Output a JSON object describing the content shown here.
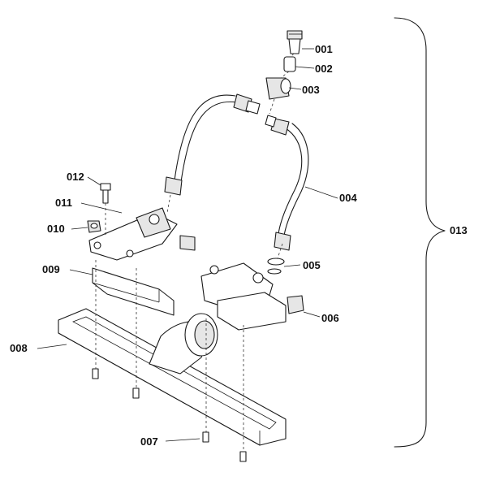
{
  "labels": {
    "p001": "001",
    "p002": "002",
    "p003": "003",
    "p004": "004",
    "p005": "005",
    "p006": "006",
    "p007": "007",
    "p008": "008",
    "p009": "009",
    "p010": "010",
    "p011": "011",
    "p012": "012",
    "p013": "013"
  }
}
